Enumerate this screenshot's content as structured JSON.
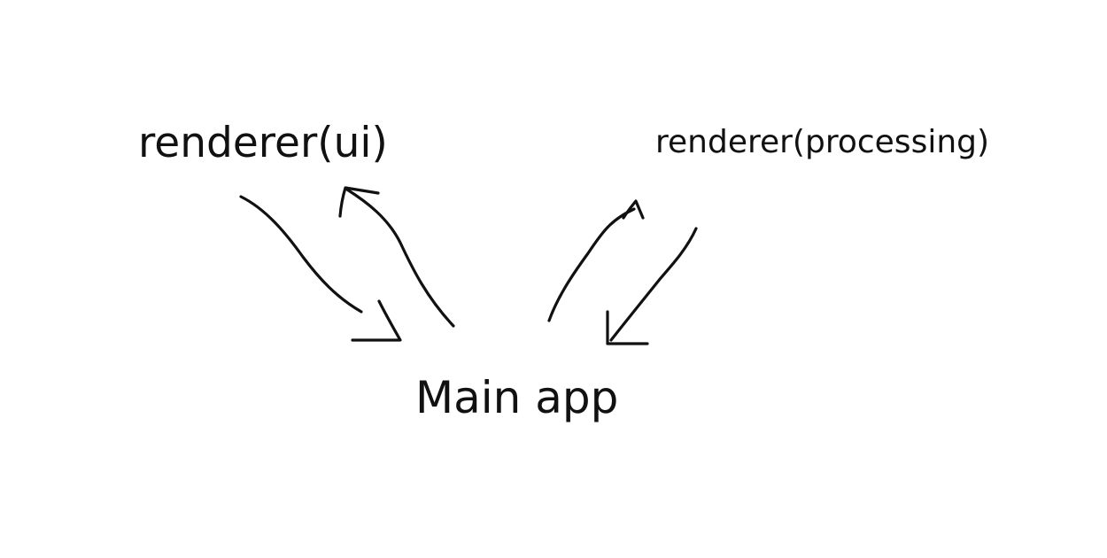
{
  "nodes": {
    "renderer_ui": {
      "label": "renderer(ui)"
    },
    "renderer_processing": {
      "label": "renderer(processing)"
    },
    "main_app": {
      "label": "Main app"
    }
  },
  "edges": [
    {
      "from": "renderer_ui",
      "to": "main_app"
    },
    {
      "from": "main_app",
      "to": "renderer_ui"
    },
    {
      "from": "main_app",
      "to": "renderer_processing"
    },
    {
      "from": "renderer_processing",
      "to": "main_app"
    }
  ],
  "colors": {
    "ink": "#111111",
    "background": "#ffffff"
  }
}
